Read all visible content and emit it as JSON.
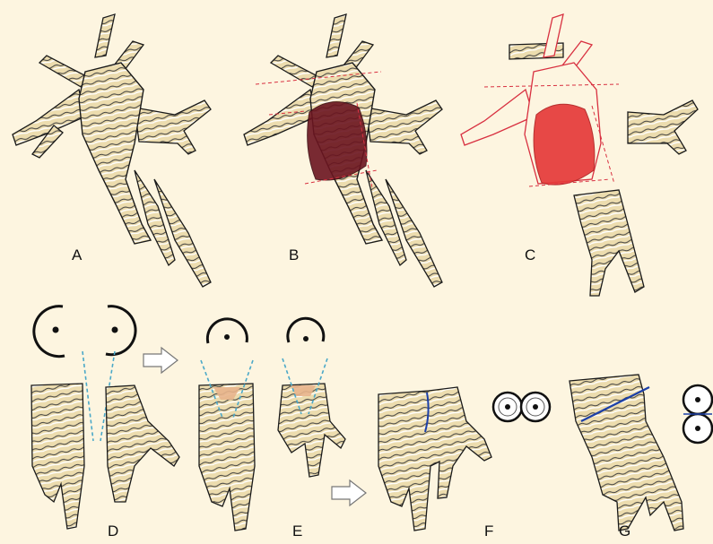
{
  "panels": [
    {
      "id": "A",
      "label": "A"
    },
    {
      "id": "B",
      "label": "B"
    },
    {
      "id": "C",
      "label": "C"
    },
    {
      "id": "D",
      "label": "D"
    },
    {
      "id": "E",
      "label": "E"
    },
    {
      "id": "F",
      "label": "F"
    },
    {
      "id": "G",
      "label": "G"
    }
  ],
  "colors": {
    "background": "#fdf5e0",
    "tissue": "#ecdcae",
    "outline": "#1a1a1a",
    "resection_dark": "#6b1520",
    "resection_red": "#e63a3a",
    "cut_line": "#d83040",
    "guide_cyan": "#4aa8c8",
    "suture_blue": "#1b3fa8",
    "mucosa_orange": "#e8b48c"
  },
  "arrows": [
    {
      "name": "arrow-d-to-e",
      "direction": "right"
    },
    {
      "name": "arrow-to-f",
      "direction": "right"
    }
  ]
}
